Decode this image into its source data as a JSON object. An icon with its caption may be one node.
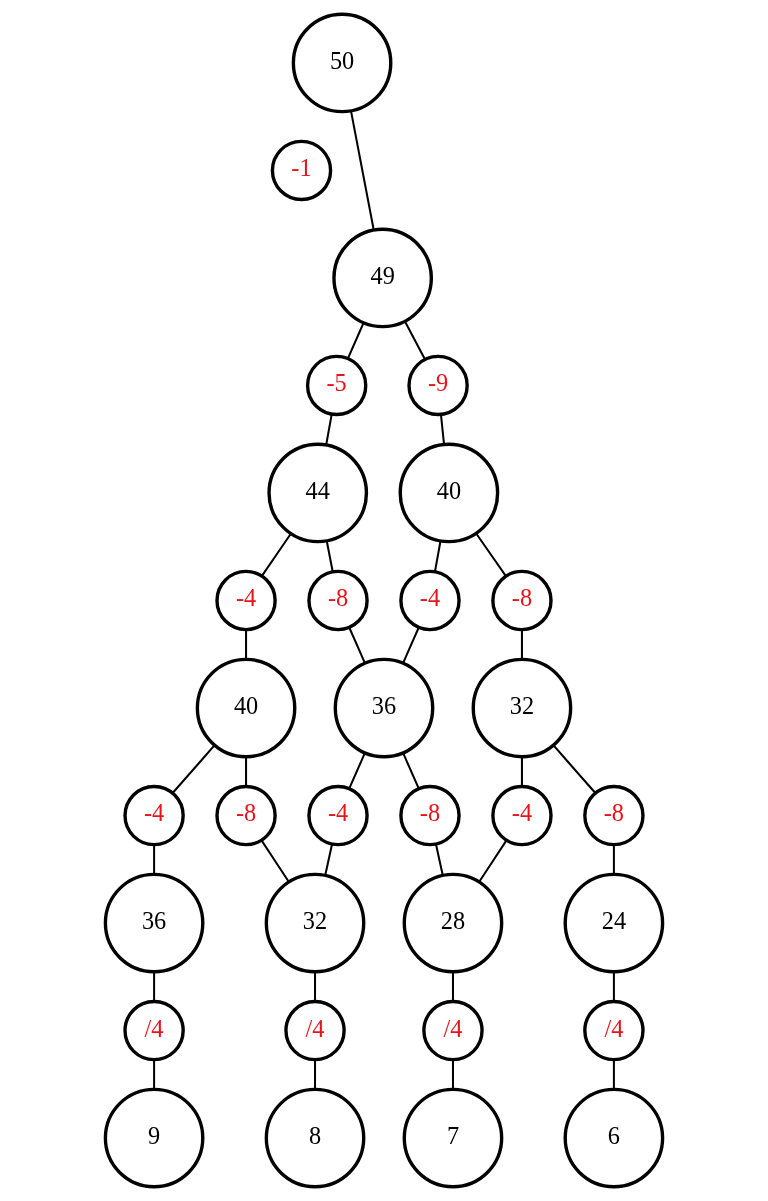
{
  "diagram": {
    "nodes": [
      {
        "text": [
          "50"
        ]
      },
      {
        "text": [
          "-1"
        ]
      },
      {
        "text": [
          "49"
        ]
      },
      {
        "text": [
          "-5"
        ]
      },
      {
        "text": [
          "-9"
        ]
      },
      {
        "text": [
          "44"
        ]
      },
      {
        "text": [
          "40"
        ]
      },
      {
        "text": [
          "-4"
        ]
      },
      {
        "text": [
          "-8"
        ]
      },
      {
        "text": [
          "-4"
        ]
      },
      {
        "text": [
          "-8"
        ]
      },
      {
        "text": [
          "40"
        ]
      },
      {
        "text": [
          "36"
        ]
      },
      {
        "text": [
          "32"
        ]
      },
      {
        "text": [
          "-4"
        ]
      },
      {
        "text": [
          "-8"
        ]
      },
      {
        "text": [
          "-4"
        ]
      },
      {
        "text": [
          "-8"
        ]
      },
      {
        "text": [
          "-4"
        ]
      },
      {
        "text": [
          "-8"
        ]
      },
      {
        "text": [
          "36"
        ]
      },
      {
        "text": [
          "32"
        ]
      },
      {
        "text": [
          "28"
        ]
      },
      {
        "text": [
          "24"
        ]
      },
      {
        "text": [
          "/4"
        ]
      },
      {
        "text": [
          "/4"
        ]
      },
      {
        "text": [
          "/4"
        ]
      },
      {
        "text": [
          "/4"
        ]
      },
      {
        "text": [
          "9"
        ]
      },
      {
        "text": [
          "8"
        ]
      },
      {
        "text": [
          "7"
        ]
      },
      {
        "text": [
          "6"
        ]
      }
    ],
    "edges": [
      {
        "from": 0,
        "to": 2,
        "arrow": "none"
      },
      {
        "from": 2,
        "to": 3,
        "arrow": "none"
      },
      {
        "from": 3,
        "to": 5,
        "arrow": "none"
      },
      {
        "from": 2,
        "to": 4,
        "arrow": "none"
      },
      {
        "from": 4,
        "to": 6,
        "arrow": "none"
      },
      {
        "from": 5,
        "to": 7,
        "arrow": "none"
      },
      {
        "from": 7,
        "to": 11,
        "arrow": "none"
      },
      {
        "from": 5,
        "to": 8,
        "arrow": "none"
      },
      {
        "from": 8,
        "to": 12,
        "arrow": "none"
      },
      {
        "from": 6,
        "to": 9,
        "arrow": "none"
      },
      {
        "from": 9,
        "to": 12,
        "arrow": "none"
      },
      {
        "from": 6,
        "to": 10,
        "arrow": "none"
      },
      {
        "from": 10,
        "to": 13,
        "arrow": "none"
      },
      {
        "from": 11,
        "to": 14,
        "arrow": "none"
      },
      {
        "from": 14,
        "to": 20,
        "arrow": "none"
      },
      {
        "from": 11,
        "to": 15,
        "arrow": "none"
      },
      {
        "from": 15,
        "to": 21,
        "arrow": "none"
      },
      {
        "from": 12,
        "to": 16,
        "arrow": "none"
      },
      {
        "from": 16,
        "to": 21,
        "arrow": "none"
      },
      {
        "from": 12,
        "to": 17,
        "arrow": "none"
      },
      {
        "from": 17,
        "to": 22,
        "arrow": "none"
      },
      {
        "from": 13,
        "to": 18,
        "arrow": "none"
      },
      {
        "from": 18,
        "to": 22,
        "arrow": "none"
      },
      {
        "from": 13,
        "to": 19,
        "arrow": "none"
      },
      {
        "from": 19,
        "to": 23,
        "arrow": "none"
      },
      {
        "from": 20,
        "to": 24,
        "arrow": "none"
      },
      {
        "from": 24,
        "to": 28,
        "arrow": "none"
      },
      {
        "from": 21,
        "to": 25,
        "arrow": "none"
      },
      {
        "from": 25,
        "to": 29,
        "arrow": "none"
      },
      {
        "from": 22,
        "to": 26,
        "arrow": "none"
      },
      {
        "from": 26,
        "to": 30,
        "arrow": "none"
      },
      {
        "from": 23,
        "to": 27,
        "arrow": "none"
      },
      {
        "from": 27,
        "to": 31,
        "arrow": "none"
      }
    ]
  }
}
